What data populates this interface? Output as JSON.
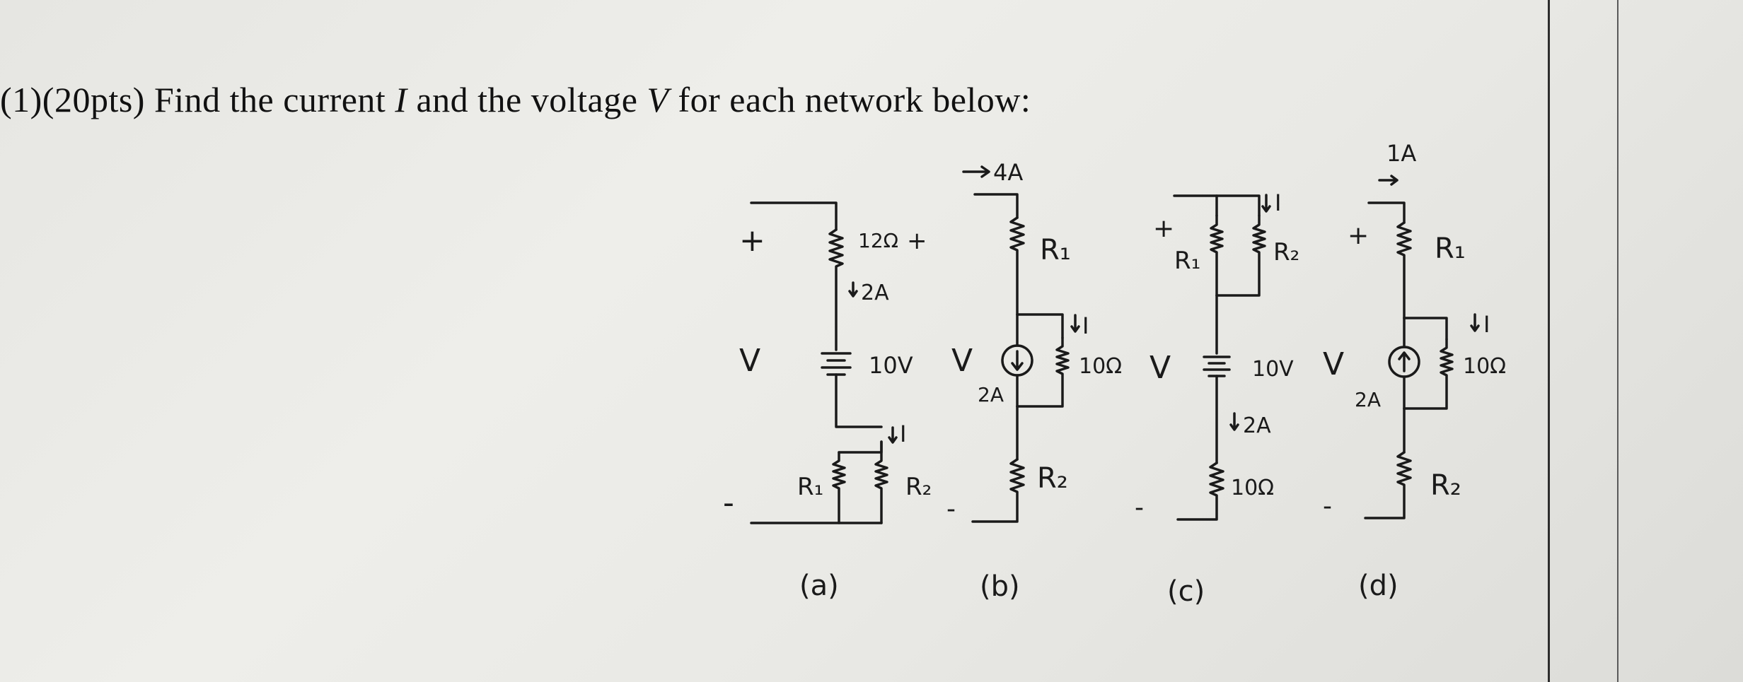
{
  "problem": {
    "prefix": "(1)(20pts) Find the current ",
    "var_i": "I",
    "middle": " and the voltage ",
    "var_v": "V",
    "suffix": " for each network below:"
  },
  "circuits": {
    "a": {
      "caption": "(a)",
      "plus": "+",
      "minus": "-",
      "v_label": "V",
      "r_top": "12Ω",
      "r_top_plus": "+",
      "current_2a": "2A",
      "battery": "10V",
      "current_i": "I",
      "r1": "R₁",
      "r2": "R₂"
    },
    "b": {
      "caption": "(b)",
      "current_4a": "4A",
      "r1": "R₁",
      "current_i": "I",
      "v_label": "V",
      "source": "2A",
      "r_mid": "10Ω",
      "r2": "R₂",
      "minus": "-"
    },
    "c": {
      "caption": "(c)",
      "current_i": "I",
      "plus": "+",
      "r1": "R₁",
      "r2": "R₂",
      "v_label": "V",
      "battery": "10V",
      "current_2a": "2A",
      "r_bottom": "10Ω",
      "minus": "-"
    },
    "d": {
      "caption": "(d)",
      "current_1a": "1A",
      "plus": "+",
      "r1": "R₁",
      "current_i": "I",
      "v_label": "V",
      "source": "2A",
      "r_mid": "10Ω",
      "r2": "R₂",
      "minus": "-"
    }
  }
}
